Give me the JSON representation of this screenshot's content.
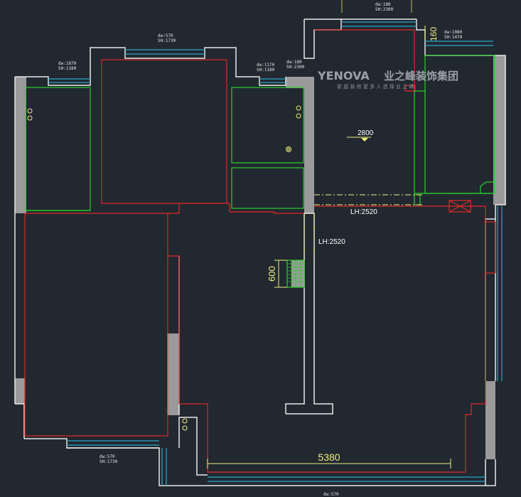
{
  "watermark": {
    "brand_latin": "YENOVA",
    "brand_cjk": "业之峰装饰集团",
    "slogan": "家 庭 装 修   更 多 人 选 择 业 之 峰"
  },
  "dimensions": {
    "main_width": "5380",
    "door_width": "600",
    "top_offset": "160",
    "level": "2800",
    "lh_horizontal": "LH:2520",
    "lh_vertical": "LH:2520"
  },
  "window_labels": {
    "w_topmost": [
      "dw:180",
      "SH:2300"
    ],
    "w_top_center": [
      "dw:570",
      "SH:1730"
    ],
    "w_top_left": [
      "dw:1870",
      "SH:1180"
    ],
    "w_top_mid": [
      "dw:1170",
      "SH:1180"
    ],
    "w_top_mid2": [
      "dw:180",
      "SH:2300"
    ],
    "w_top_right": [
      "dw:1080",
      "SH:1470"
    ],
    "w_bottom_left": [
      "dw:570",
      "SH:1730"
    ],
    "w_bottom": [
      "dw:570"
    ]
  },
  "colors": {
    "background": "#212830",
    "wall": "#e8e8e8",
    "wall_fill": "#9a9a9a",
    "room_red": "#e02828",
    "room_green": "#2ad12a",
    "window_cyan": "#2aa7c7",
    "dimension_yellow": "#f0f07a"
  }
}
